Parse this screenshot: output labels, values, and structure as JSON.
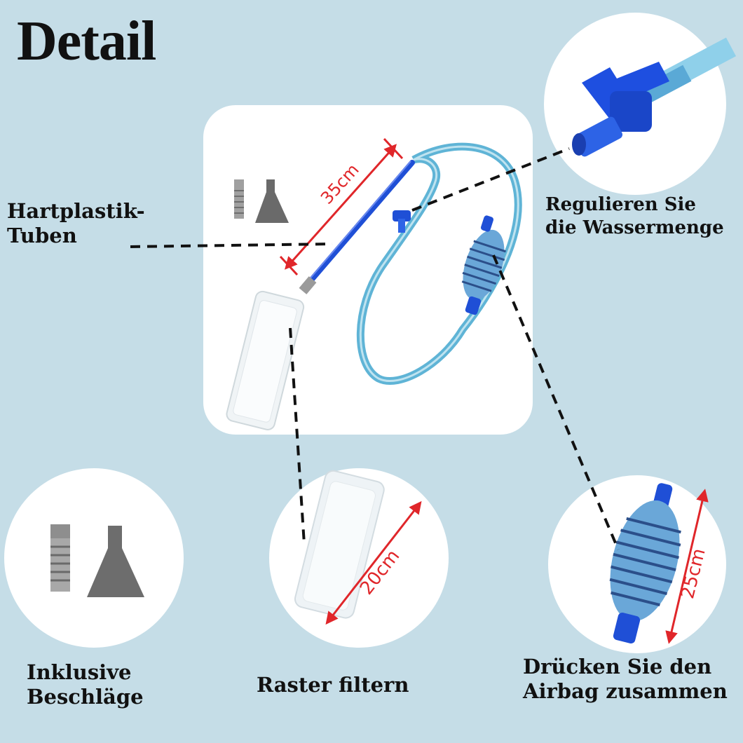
{
  "title": "Detail",
  "labels": {
    "hard_tube": "Hartplastik-",
    "hard_tube_2": "Tuben",
    "regulate": "Regulieren Sie",
    "regulate_2": "die Wassermenge",
    "accessories": "Inklusive",
    "accessories_2": "Beschläge",
    "filter": "Raster filtern",
    "squeeze": "Drücken Sie den",
    "squeeze_2": "Airbag zusammen"
  },
  "dimensions": {
    "tube": "35cm",
    "filter": "20cm",
    "bulb": "25cm"
  },
  "colors": {
    "background": "#c5dde7",
    "hose": "#5fb4d6",
    "blue_part": "#1f4fd6",
    "measure_red": "#e0262a"
  },
  "icons": [
    "spring-tube-icon",
    "funnel-nozzle-icon",
    "valve-icon",
    "squeeze-bulb-icon",
    "filter-tube-icon"
  ]
}
